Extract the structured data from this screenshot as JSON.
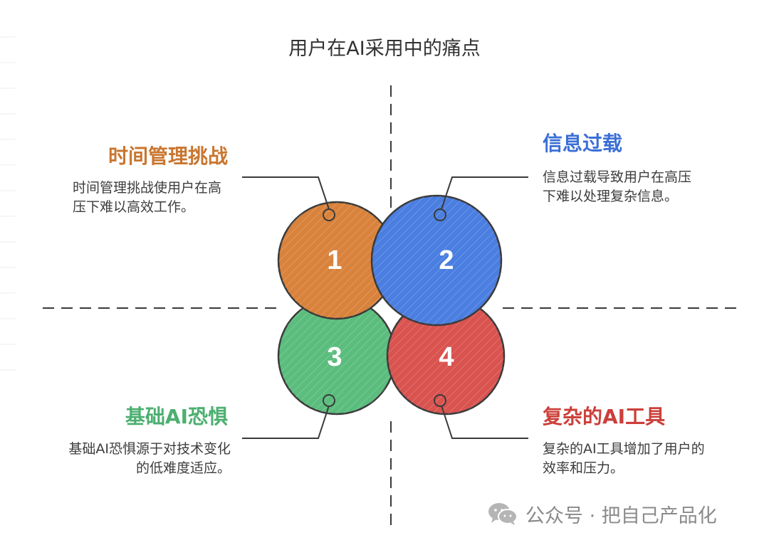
{
  "title": "用户在AI采用中的痛点",
  "quadrants": [
    {
      "number": "1",
      "heading": "时间管理挑战",
      "description": "时间管理挑战使用户在高压下难以高效工作。",
      "color": "#d9823c",
      "heading_color": "#c9762f"
    },
    {
      "number": "2",
      "heading": "信息过载",
      "description": "信息过载导致用户在高压下难以处理复杂信息。",
      "color": "#4a7ee0",
      "heading_color": "#3b6fd6"
    },
    {
      "number": "3",
      "heading": "基础AI恐惧",
      "description": "基础AI恐惧源于对技术变化的低难度适应。",
      "color": "#5bbd7d",
      "heading_color": "#4caf70"
    },
    {
      "number": "4",
      "heading": "复杂的AI工具",
      "description": "复杂的AI工具增加了用户的效率和压力。",
      "color": "#d9534f",
      "heading_color": "#cc3f3a"
    }
  ],
  "watermark": {
    "text": "公众号 · 把自己产品化",
    "icon": "wechat-icon"
  }
}
